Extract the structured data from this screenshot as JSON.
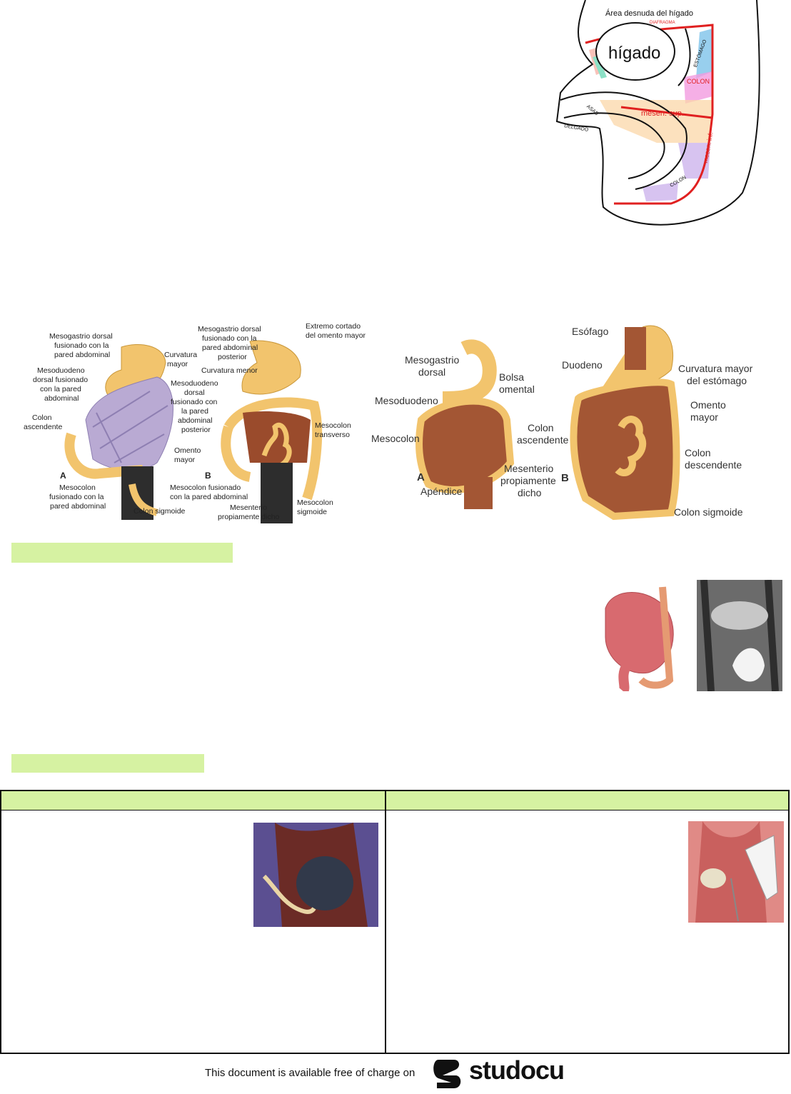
{
  "top_sketch": {
    "labels": {
      "area": "Área desnuda del hígado",
      "diafragma": "DIAFRAGMA",
      "higado": "hígado",
      "estomago": "ESTÓMAGO",
      "colon_label": "COLON",
      "mesen_sup": "mesen. sup.",
      "mesen_inf": "mesen. inf.",
      "asas": "ASAS",
      "colon_bottom": "COLON",
      "delgado": "DELGADO"
    }
  },
  "fig_left": {
    "labels": {
      "meso_dorsal": "Mesogastrio dorsal\nfusionado con la\npared abdominal",
      "curv_mayor": "Curvatura\nmayor",
      "mesoduod": "Mesoduodeno\ndorsal fusionado\ncon la pared\nabdominal",
      "colon_asc": "Colon\nascendente",
      "omento": "Omento\nmayor",
      "a": "A",
      "mesocolon_fus": "Mesocolon\nfusionado con la\npared abdominal",
      "colon_sig": "Colon sigmoide",
      "meso_dorsal_b": "Mesogastrio dorsal\nfusionado con la\npared abdominal\nposterior",
      "extremo": "Extremo cortado\ndel omento mayor",
      "curv_menor": "Curvatura menor",
      "mesoduod_b": "Mesoduodeno\ndorsal\nfusionado con\nla pared\nabdominal\nposterior",
      "meso_trans": "Mesocolon\ntransverso",
      "b": "B",
      "mesocolon_fus_b": "Mesocolon fusionado\ncon la pared abdominal",
      "mesent": "Mesenterio\npropiamente dicho",
      "meso_sig": "Mesocolon\nsigmoide"
    }
  },
  "fig_right": {
    "labels": {
      "mesogastrio": "Mesogastrio\ndorsal",
      "bolsa": "Bolsa\nomental",
      "mesoduodeno": "Mesoduodeno",
      "mesocolon": "Mesocolon",
      "a": "A",
      "apendice": "Apéndice",
      "mesent": "Mesenterio\npropiamente\ndicho",
      "b": "B",
      "esofago": "Esófago",
      "duodeno": "Duodeno",
      "curv_mayor": "Curvatura mayor\ndel estómago",
      "colon_asc": "Colon\nascendente",
      "omento": "Omento\nmayor",
      "colon_desc": "Colon\ndescendente",
      "colon_sig": "Colon sigmoide"
    }
  },
  "footer": {
    "text": "This document is available free of charge on",
    "brand": "studocu"
  }
}
